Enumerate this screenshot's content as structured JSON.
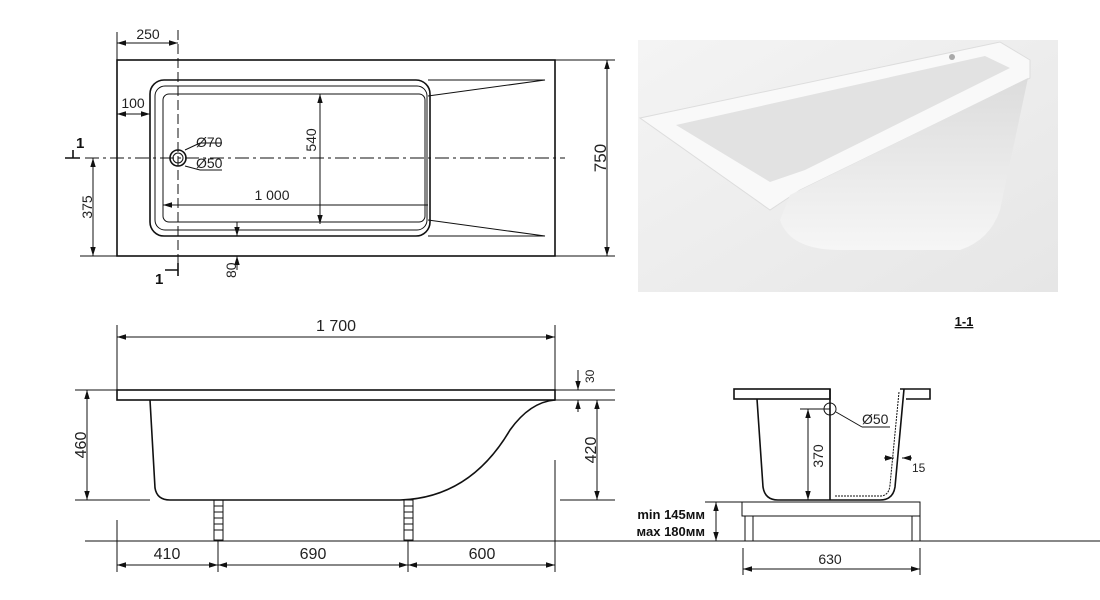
{
  "title": "Bathtub dimensional drawing",
  "top_view": {
    "d_250": "250",
    "d_100": "100",
    "d_70": "Ø70",
    "d_50": "Ø50",
    "d_540": "540",
    "d_1000": "1 000",
    "d_375": "375",
    "d_750": "750",
    "d_80": "80",
    "section_mark": "1"
  },
  "section_label": "1-1",
  "side_view": {
    "d_1700": "1 700",
    "d_30": "30",
    "d_460": "460",
    "d_420": "420",
    "d_410": "410",
    "d_690": "690",
    "d_600": "600",
    "min_height": "min 145мм",
    "max_height": "мах 180мм"
  },
  "section_view": {
    "d_370": "370",
    "d_50": "Ø50",
    "d_15": "15",
    "d_630": "630"
  }
}
